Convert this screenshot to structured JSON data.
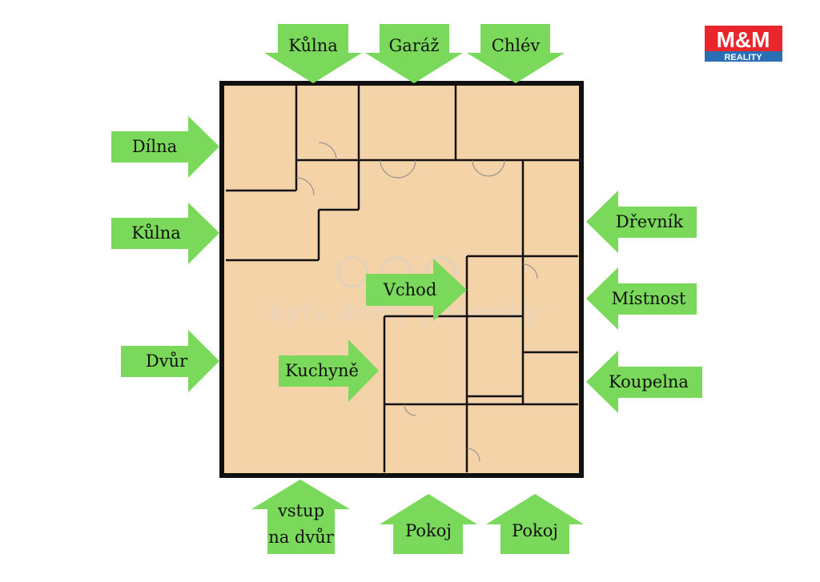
{
  "watermark": {
    "text": "byty domy pozemky"
  },
  "logo": {
    "brand": "M&M",
    "sub": "REALITY",
    "brand_color": "#e8262c",
    "sub_color": "#2a6fb5"
  },
  "colors": {
    "floor": "#f5d3a8",
    "arrow": "#7ad95a",
    "wall": "#111111"
  },
  "labels": {
    "top_kulna": "Kůlna",
    "top_garaz": "Garáž",
    "top_chlev": "Chlév",
    "left_dilna": "Dílna",
    "left_kulna": "Kůlna",
    "left_dvur": "Dvůr",
    "center_vchod": "Vchod",
    "center_kuchyne": "Kuchyně",
    "right_drevnik": "Dřevník",
    "right_mistnost": "Místnost",
    "right_koupelna": "Koupelna",
    "bottom_vstup_line1": "vstup",
    "bottom_vstup_line2": "na dvůr",
    "bottom_pokoj_1": "Pokoj",
    "bottom_pokoj_2": "Pokoj"
  }
}
